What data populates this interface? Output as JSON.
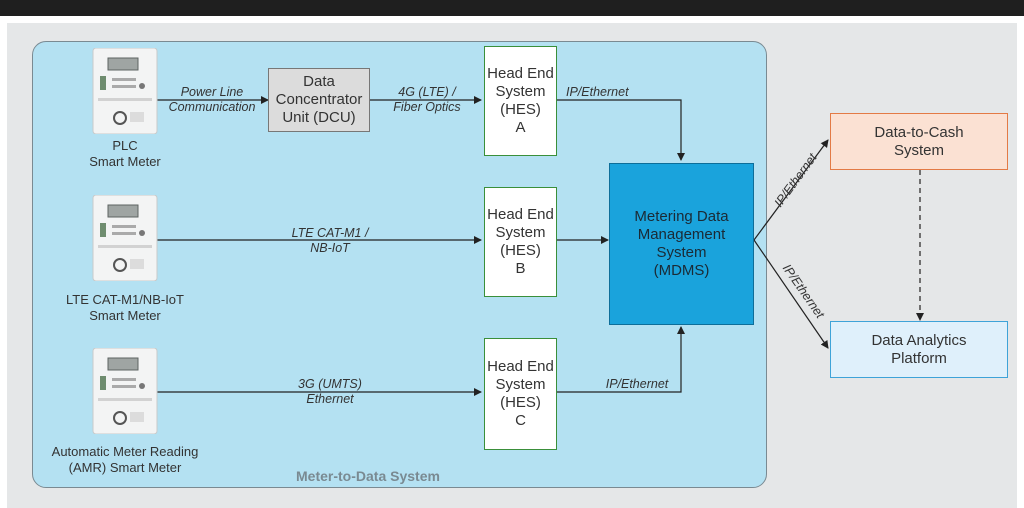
{
  "region": {
    "title": "Meter-to-Data System"
  },
  "meters": {
    "plc": "PLC\nSmart Meter",
    "lte": "LTE CAT-M1/NB-IoT\nSmart Meter",
    "amr": "Automatic Meter Reading\n(AMR) Smart Meter"
  },
  "boxes": {
    "dcu": "Data\nConcentrator\nUnit (DCU)",
    "hes_a": "Head End\nSystem\n(HES)\nA",
    "hes_b": "Head End\nSystem\n(HES)\nB",
    "hes_c": "Head End\nSystem\n(HES)\nC",
    "mdms": "Metering Data\nManagement\nSystem\n(MDMS)",
    "d2c": "Data-to-Cash\nSystem",
    "dap": "Data Analytics\nPlatform"
  },
  "edges": {
    "plc_dcu": "Power Line\nCommunication",
    "dcu_hes": "4G (LTE) /\nFiber Optics",
    "hes_a_mdms": "IP/Ethernet",
    "lte_hes": "LTE CAT-M1 /\nNB-IoT",
    "amr_hes": "3G (UMTS)\nEthernet",
    "hes_c_mdms": "IP/Ethernet",
    "mdms_d2c": "IP/Ethernet",
    "mdms_dap": "IP/Ethernet"
  },
  "colors": {
    "region": "#b4e1f2",
    "mdms": "#1aa3dc",
    "hes_border": "#3a8f3a",
    "d2c_border": "#e37a45",
    "dap_border": "#3ea3d8"
  }
}
